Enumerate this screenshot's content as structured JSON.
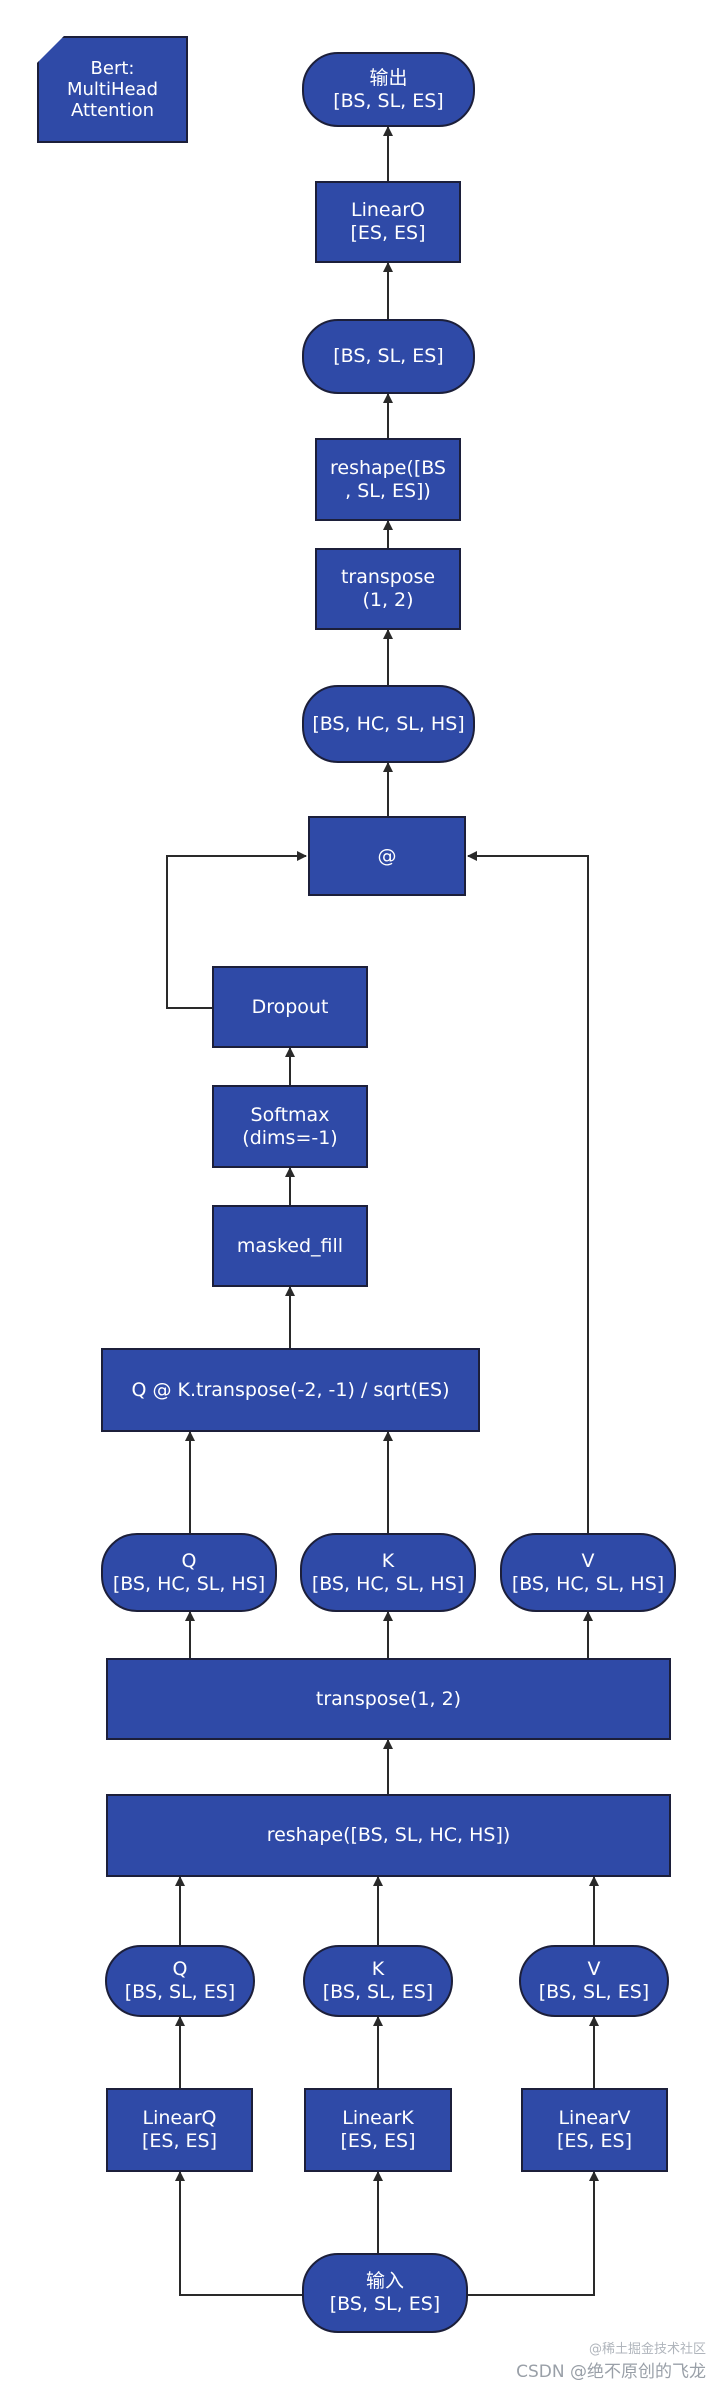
{
  "diagram": {
    "title_note": "Bert:\nMultiHead\nAttention",
    "nodes": {
      "output": "输出\n[BS, SL, ES]",
      "linear_o": "LinearO\n[ES, ES]",
      "bs_sl_es": "[BS, SL, ES]",
      "reshape_out": "reshape([BS\n, SL, ES])",
      "transpose_out": "transpose\n(1, 2)",
      "bs_hc_sl_hs": "[BS, HC, SL, HS]",
      "matmul_v": "@",
      "dropout": "Dropout",
      "softmax": "Softmax\n(dims=-1)",
      "masked_fill": "masked_fill",
      "scores": "Q @ K.transpose(-2, -1) / sqrt(ES)",
      "q_heads": "Q\n[BS, HC, SL, HS]",
      "k_heads": "K\n[BS, HC, SL, HS]",
      "v_heads": "V\n[BS, HC, SL, HS]",
      "transpose_in": "transpose(1, 2)",
      "reshape_in": "reshape([BS, SL, HC, HS])",
      "q_proj": "Q\n[BS, SL, ES]",
      "k_proj": "K\n[BS, SL, ES]",
      "v_proj": "V\n[BS, SL, ES]",
      "linear_q": "LinearQ\n[ES, ES]",
      "linear_k": "LinearK\n[ES, ES]",
      "linear_v": "LinearV\n[ES, ES]",
      "input": "输入\n[BS, SL, ES]"
    }
  },
  "watermark": {
    "small": "@稀土掘金技术社区",
    "main": "CSDN @绝不原创的飞龙"
  },
  "colors": {
    "node_fill": "#2f4aa7",
    "node_border": "#1c1f3a",
    "edge": "#2a2a2a",
    "text": "#ffffff"
  }
}
